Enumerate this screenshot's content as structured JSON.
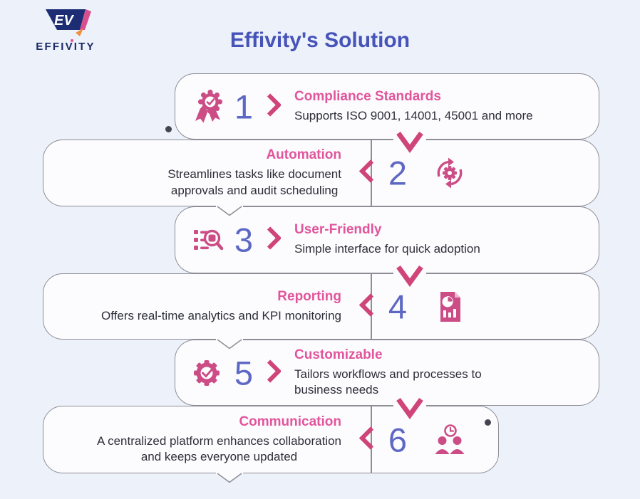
{
  "header": {
    "logo_text": "EFFIVITY",
    "logo_monogram": "EV",
    "title": "Effivity's Solution"
  },
  "steps": [
    {
      "number": "1",
      "title": "Compliance Standards",
      "description": "Supports ISO 9001, 14001, 45001 and more",
      "icon": "medal-check-icon"
    },
    {
      "number": "2",
      "title": "Automation",
      "description": "Streamlines tasks like document\napprovals and audit scheduling",
      "icon": "automation-cycle-gear-icon"
    },
    {
      "number": "3",
      "title": "User-Friendly",
      "description": "Simple interface for quick adoption",
      "icon": "interface-search-icon"
    },
    {
      "number": "4",
      "title": "Reporting",
      "description": "Offers real-time analytics and KPI monitoring",
      "icon": "report-chart-icon"
    },
    {
      "number": "5",
      "title": "Customizable",
      "description": "Tailors workflows and processes to\nbusiness needs",
      "icon": "gear-check-icon"
    },
    {
      "number": "6",
      "title": "Communication",
      "description": "A centralized platform enhances collaboration\nand keeps everyone updated",
      "icon": "people-clock-icon"
    }
  ],
  "colors": {
    "background": "#edf1fa",
    "box_fill": "#fcfcff",
    "box_border": "#8d8d95",
    "step_title_pink": "#e1559b",
    "icon_pink": "#cc4d86",
    "chevron_pink": "#cf4479",
    "number_purple": "#5d68c4",
    "heading_blue": "#4653b8",
    "logo_navy": "#1b2a66"
  }
}
